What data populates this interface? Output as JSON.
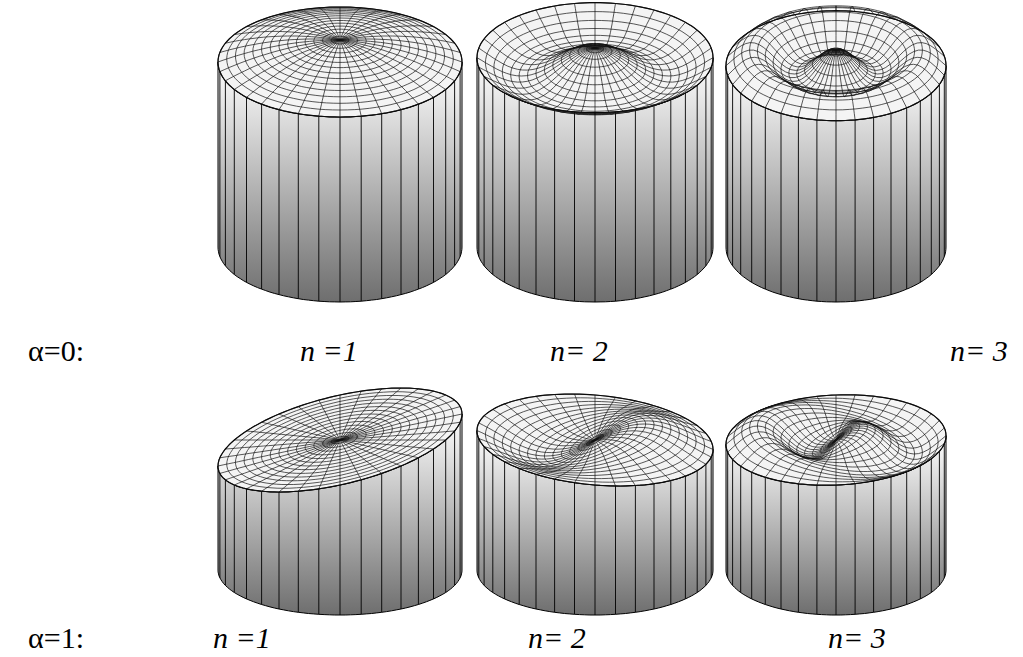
{
  "diagram": {
    "labels": [
      "α=0:",
      "n =1",
      "n= 2",
      "n= 3",
      "α=1:",
      "n =1",
      "n= 2",
      "n= 3"
    ]
  }
}
